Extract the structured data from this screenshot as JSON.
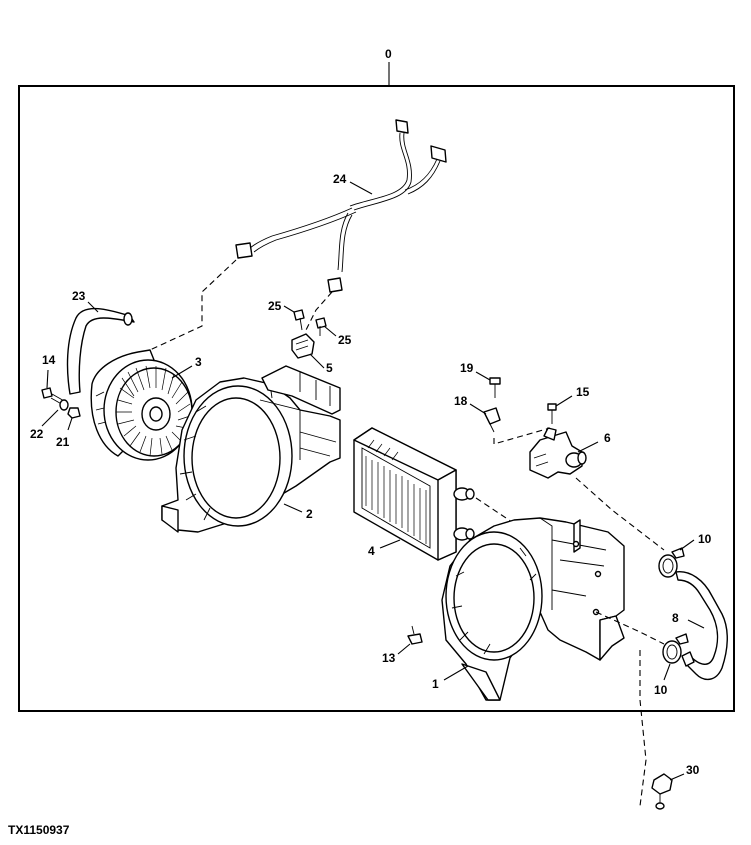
{
  "figure_id": "TX1150937",
  "callouts": {
    "c0": "0",
    "c1": "1",
    "c2": "2",
    "c3": "3",
    "c4": "4",
    "c5": "5",
    "c6": "6",
    "c8": "8",
    "c10a": "10",
    "c10b": "10",
    "c13": "13",
    "c14": "14",
    "c15": "15",
    "c18": "18",
    "c19": "19",
    "c21": "21",
    "c22": "22",
    "c23": "23",
    "c24": "24",
    "c25a": "25",
    "c25b": "25",
    "c30": "30"
  }
}
